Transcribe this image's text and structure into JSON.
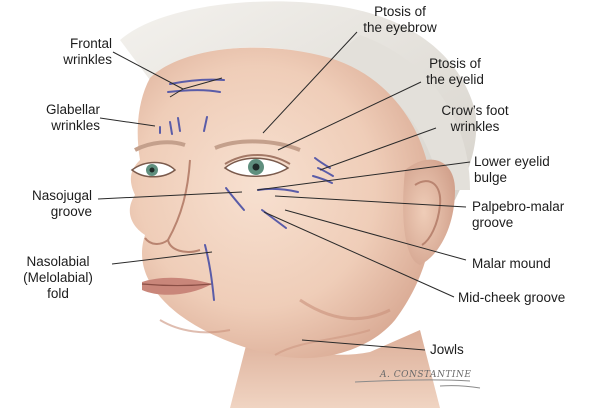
{
  "labels": {
    "frontal_wrinkles": "Frontal\nwrinkles",
    "glabellar_wrinkles": "Glabellar\nwrinkles",
    "nasojugal_groove": "Nasojugal\ngroove",
    "nasolabial_fold": "Nasolabial\n(Melolabial)\nfold",
    "ptosis_eyebrow": "Ptosis of\nthe eyebrow",
    "ptosis_eyelid": "Ptosis of\nthe eyelid",
    "crows_foot": "Crow’s foot\nwrinkles",
    "lower_eyelid_bulge": "Lower eyelid\nbulge",
    "palpebro_malar": "Palpebro-malar\ngroove",
    "malar_mound": "Malar mound",
    "mid_cheek": "Mid-cheek groove",
    "jowls": "Jowls"
  },
  "artist_signature": "A. CONSTANTINE",
  "colors": {
    "skin_base": "#f3d6c4",
    "skin_shadow": "#d9a994",
    "hair": "#e9e7e3",
    "lips": "#c9867a",
    "iris": "#5f8f7e",
    "wrinkle_marks": "#5a5ca8",
    "leader_lines": "#2a2a2a"
  }
}
